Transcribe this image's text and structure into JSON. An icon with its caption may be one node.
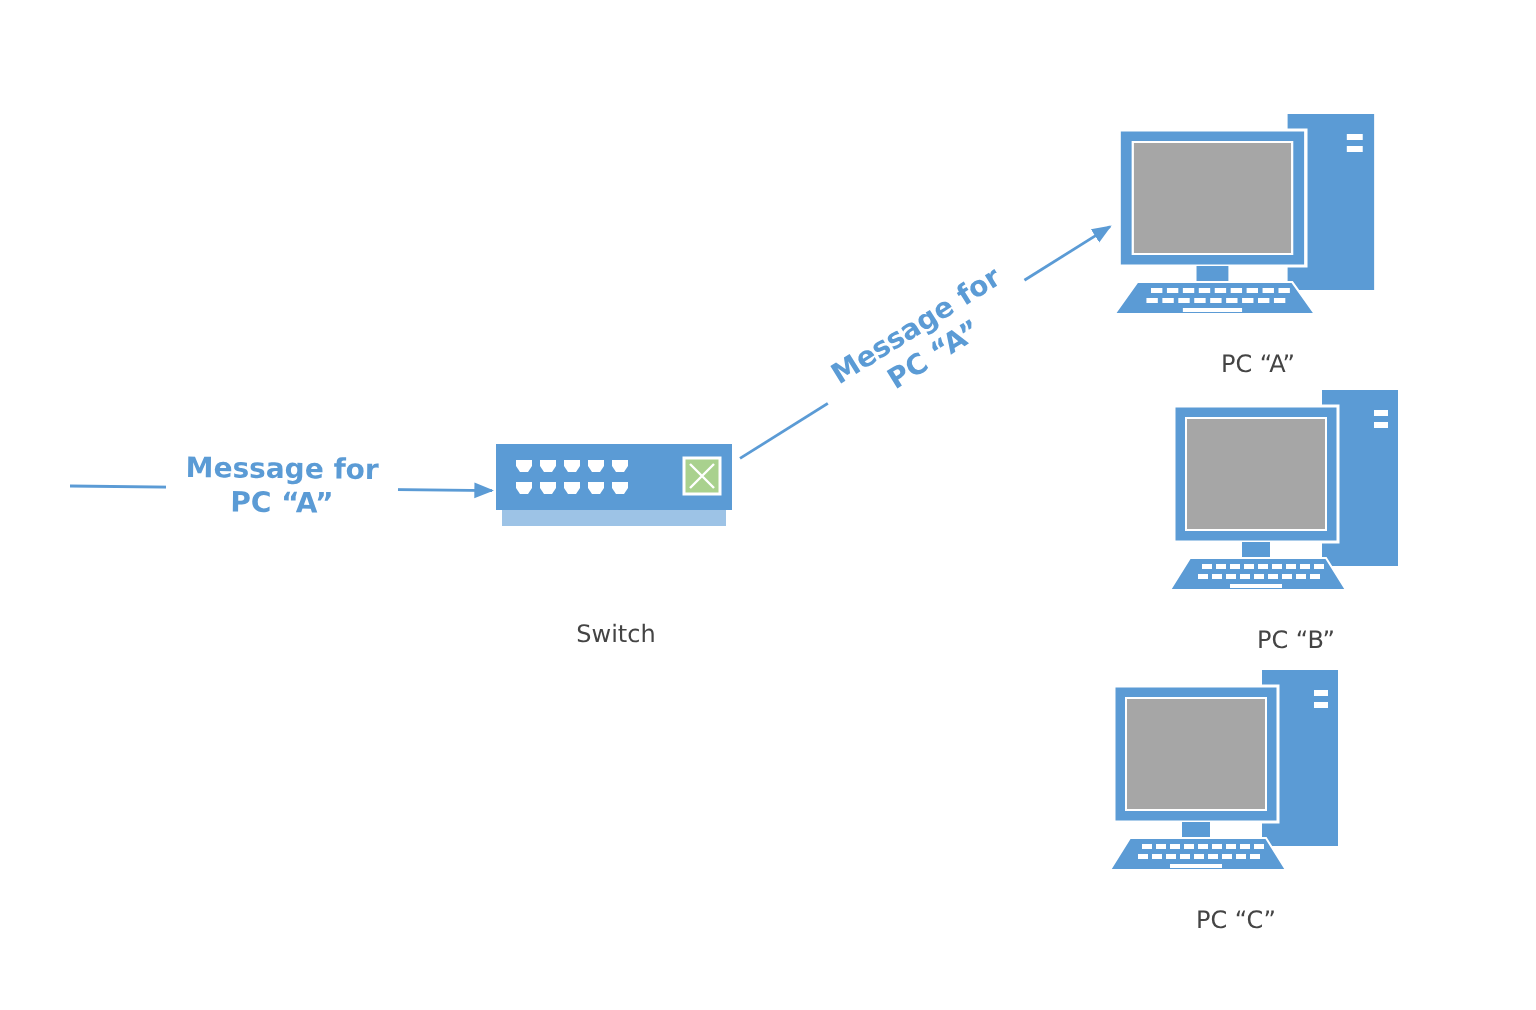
{
  "diagram": {
    "nodes": [
      {
        "text": [
          "Switch"
        ]
      },
      {
        "text": [
          "PC “A”"
        ]
      },
      {
        "text": [
          "PC “B”"
        ]
      },
      {
        "text": [
          "PC “C”"
        ]
      }
    ],
    "edges": [
      {
        "from": null,
        "to": 0,
        "arrow": "to",
        "label": "Message for PC “A”"
      },
      {
        "from": 0,
        "to": 1,
        "arrow": "to",
        "label": "Message for PC “A”"
      }
    ]
  }
}
